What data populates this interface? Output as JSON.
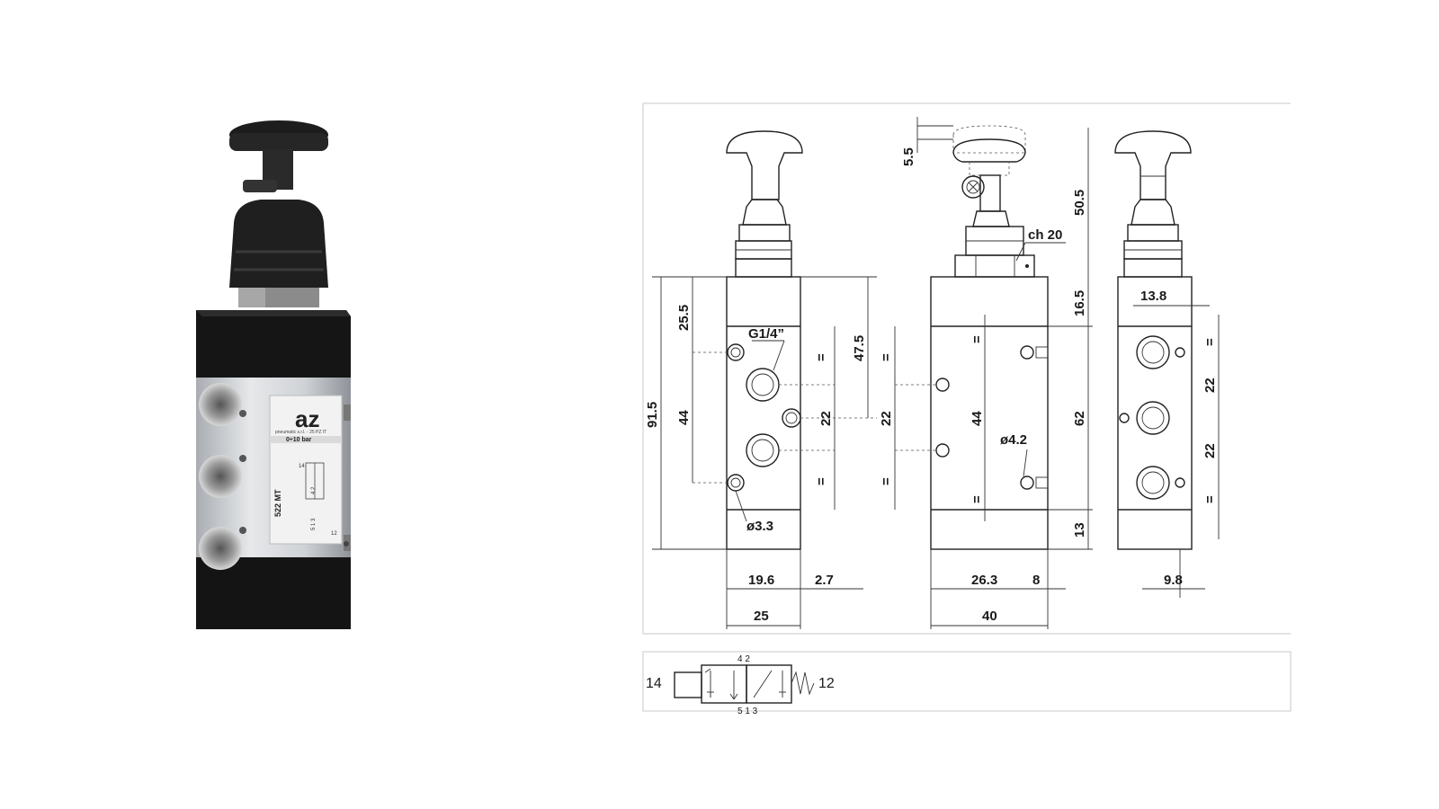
{
  "photo": {
    "brand": "az",
    "subtitle": "pneumatic s.r.l. - 25 PZ IT",
    "pressure": "0÷10 bar",
    "model": "522 MT",
    "ports_top": "4  2",
    "port_14": "14",
    "port_12": "12",
    "ports_bottom": "5 1 3"
  },
  "dims": {
    "d5_5": "5.5",
    "d50_5": "50.5",
    "ch20": "ch 20",
    "d16_5": "16.5",
    "d13_8": "13.8",
    "d25_5": "25.5",
    "g14": "G1/4”",
    "d47_5": "47.5",
    "d91_5": "91.5",
    "d44a": "44",
    "d22a": "22",
    "eqa": "=",
    "d22b": "22",
    "d44b": "44",
    "d42": "ø4.2",
    "d62": "62",
    "d22c": "22",
    "d22d": "22",
    "d33": "ø3.3",
    "d13": "13",
    "d19_6": "19.6",
    "d2_7": "2.7",
    "d26_3": "26.3",
    "d8": "8",
    "d9_8": "9.8",
    "d25": "25",
    "d40": "40"
  },
  "symbol": {
    "left": "14",
    "right": "12",
    "top_ports": "4    2",
    "bottom_ports": "5  1  3"
  }
}
